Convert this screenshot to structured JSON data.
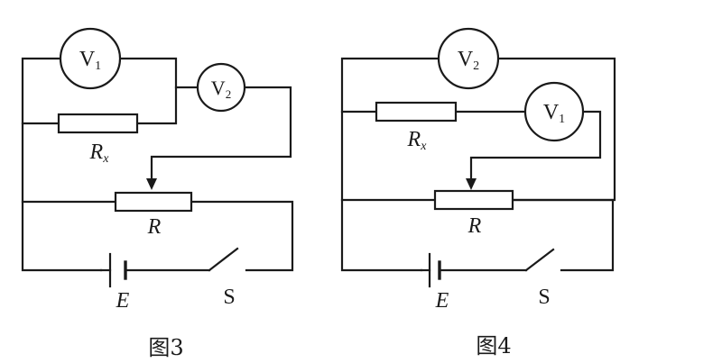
{
  "figures": [
    {
      "caption": "图3",
      "meters": [
        {
          "letter": "V",
          "sub": "1"
        },
        {
          "letter": "V",
          "sub": "2"
        }
      ],
      "rx": {
        "letter": "R",
        "sub": "x"
      },
      "r_label": "R",
      "battery_label": "E",
      "switch_label": "S"
    },
    {
      "caption": "图4",
      "meters": [
        {
          "letter": "V",
          "sub": "2"
        },
        {
          "letter": "V",
          "sub": "1"
        }
      ],
      "rx": {
        "letter": "R",
        "sub": "x"
      },
      "r_label": "R",
      "battery_label": "E",
      "switch_label": "S"
    }
  ]
}
